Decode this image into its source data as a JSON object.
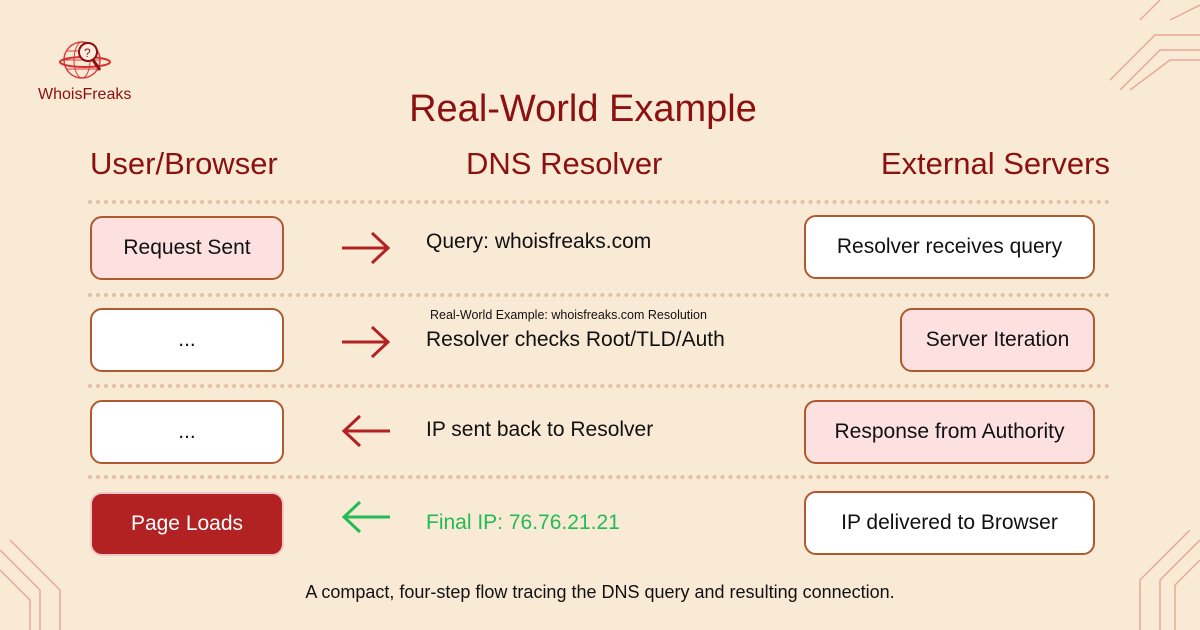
{
  "logo": {
    "text": "WhoisFreaks"
  },
  "title": "Real-World Example",
  "columns": [
    "User/Browser",
    "DNS Resolver",
    "External Servers"
  ],
  "annotation": "Real-World Example: whoisfreaks.com Resolution",
  "rows": [
    {
      "left": "Request Sent",
      "middle": "Query: whoisfreaks.com",
      "right": "Resolver receives query",
      "direction": "right"
    },
    {
      "left": "...",
      "middle": "Resolver checks Root/TLD/Auth",
      "right": "Server Iteration",
      "direction": "right"
    },
    {
      "left": "...",
      "middle": "IP sent back to Resolver",
      "right": "Response from Authority",
      "direction": "left"
    },
    {
      "left": "Page Loads",
      "middle": "Final IP: 76.76.21.21",
      "right": "IP delivered to Browser",
      "direction": "left"
    }
  ],
  "footer": "A compact, four-step flow tracing the DNS query and resulting connection.",
  "colors": {
    "accent": "#8b1010",
    "arrow": "#b22222",
    "green": "#22bb55",
    "pink": "#fde0e0"
  }
}
